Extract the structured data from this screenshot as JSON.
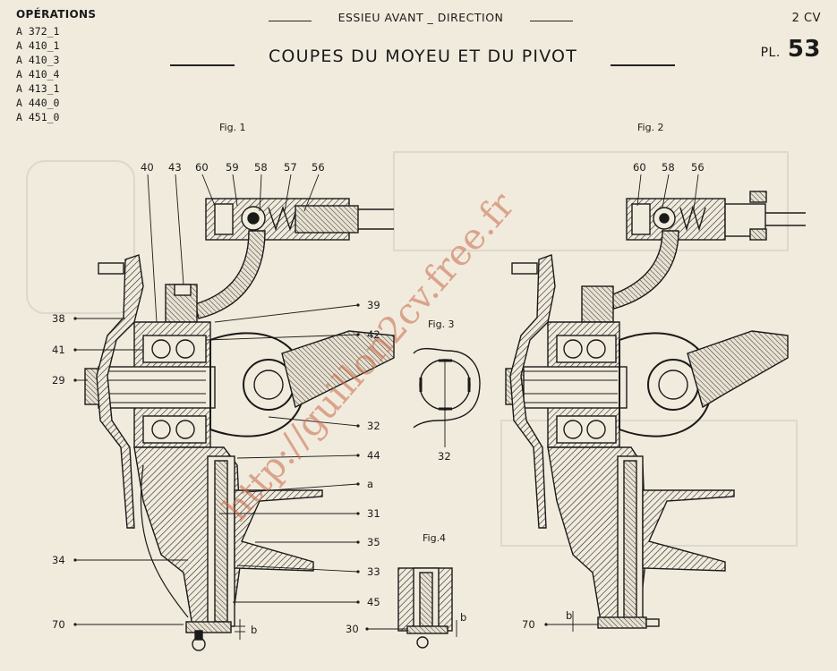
{
  "operations": {
    "title": "OPÉRATIONS",
    "items": [
      "A 372_1",
      "A 410_1",
      "A 410_3",
      "A 410_4",
      "A 413_1",
      "A 440_0",
      "A 451_0"
    ]
  },
  "header": {
    "section": "ESSIEU AVANT _ DIRECTION",
    "title": "COUPES DU MOYEU ET DU PIVOT",
    "model": "2 CV",
    "plate_prefix": "PL.",
    "plate_number": "53"
  },
  "figures": {
    "fig1": "Fig. 1",
    "fig2": "Fig. 2",
    "fig3": "Fig. 3",
    "fig4": "Fig.4"
  },
  "fig1_callouts": {
    "top": [
      "40",
      "43",
      "60",
      "59",
      "58",
      "57",
      "56"
    ],
    "left": [
      "38",
      "41",
      "29",
      "34",
      "70"
    ],
    "right": [
      "39",
      "42",
      "32",
      "44",
      "a",
      "31",
      "35",
      "33",
      "45"
    ],
    "b": "b"
  },
  "fig2_callouts": {
    "top": [
      "60",
      "58",
      "56"
    ],
    "n70": "70",
    "b": "b"
  },
  "fig3_callouts": {
    "n32": "32"
  },
  "fig4_callouts": {
    "n30": "30",
    "b": "b"
  },
  "watermark": "http://guillon2cv.free.fr",
  "colors": {
    "paper": "#f1ebdd",
    "ink": "#1a1a1a",
    "watermark": "#c86a4a"
  }
}
